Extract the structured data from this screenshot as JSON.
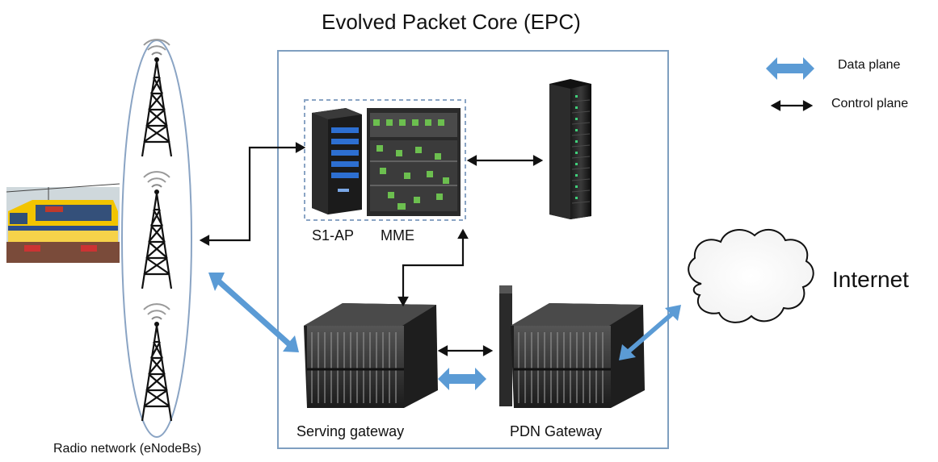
{
  "title": "Evolved Packet Core (EPC)",
  "legend": {
    "data_plane": "Data plane",
    "control_plane": "Control plane"
  },
  "nodes": {
    "s1ap": "S1-AP",
    "mme": "MME",
    "serving_gateway": "Serving gateway",
    "pdn_gateway": "PDN Gateway",
    "internet": "Internet",
    "radio_network": "Radio network (eNodeBs)"
  },
  "colors": {
    "data_plane_arrow": "#5b9bd5",
    "control_plane_arrow": "#111111",
    "epc_border": "#7f9fc0",
    "group_border": "#8aa4c4",
    "radio_ellipse": "#8aa4c4"
  }
}
